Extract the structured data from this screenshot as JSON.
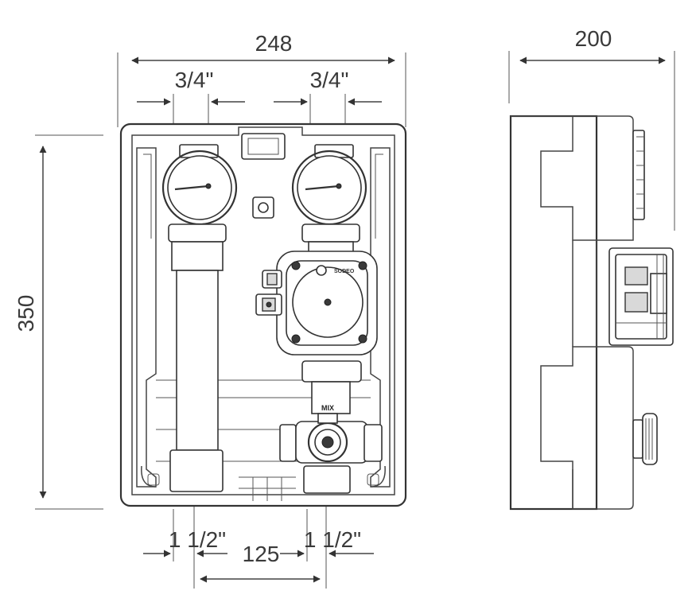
{
  "dimensions": {
    "width_front": "248",
    "height_front": "350",
    "depth_side": "200",
    "top_left_connection": "3/4\"",
    "top_right_connection": "3/4\"",
    "bottom_left_connection": "1 1/2\"",
    "bottom_right_connection": "1 1/2\"",
    "pipe_spacing": "125"
  },
  "labels": {
    "pump_brand": "SODEO",
    "mixer_label": "MIX"
  }
}
